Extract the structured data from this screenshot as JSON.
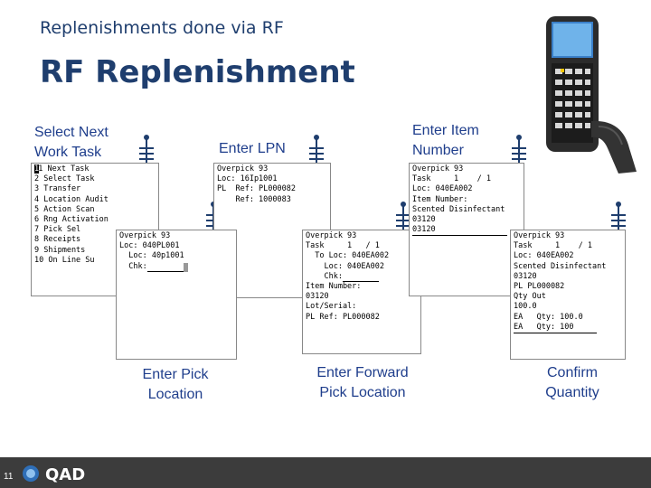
{
  "slide": {
    "subtitle": "Replenishments done via RF",
    "title": "RF Replenishment",
    "page_number": "11",
    "logo_text": "QAD"
  },
  "captions": {
    "select_task": [
      "Select Next",
      "Work Task"
    ],
    "enter_lpn": [
      "Enter LPN"
    ],
    "enter_item": [
      "Enter Item",
      "Number"
    ],
    "enter_pick": [
      "Enter Pick",
      "Location"
    ],
    "enter_forward": [
      "Enter Forward",
      "Pick Location"
    ],
    "confirm_qty": [
      "Confirm",
      "Quantity"
    ]
  },
  "screens": {
    "menu": {
      "lines": [
        "1 Next Task",
        "2 Select Task",
        "3 Transfer",
        "4 Location Audit",
        "5 Action Scan",
        "6 Rng Activation",
        "7 Pick Sel",
        "8 Receipts",
        "9 Shipments",
        "10 On Line Su"
      ]
    },
    "lpn": {
      "lines": [
        "Overpick 93",
        "Loc: 16Ip1001",
        "PL  Ref: PL000082",
        "    Ref: 1000083"
      ]
    },
    "pick_loc": {
      "lines": [
        "Overpick 93",
        "Loc: 040PL001",
        "  Loc: 40p1001",
        "  Chk:"
      ]
    },
    "forward_loc": {
      "lines": [
        "Overpick 93",
        "Task     1   / 1",
        "  To Loc: 040EA002",
        "    Loc: 040EA002",
        "    Chk:",
        "Item Number:",
        "03120",
        "Lot/Serial:",
        "",
        "PL Ref: PL000082"
      ]
    },
    "item": {
      "lines": [
        "Overpick 93",
        "Task     1    / 1",
        "Loc: 040EA002",
        "Item Number:",
        "Scented Disinfectant",
        "03120",
        "03120"
      ]
    },
    "qty": {
      "lines": [
        "Overpick 93",
        "Task     1    / 1",
        "Loc: 040EA002",
        "Scented Disinfectant",
        "03120",
        "",
        "PL PL000082",
        "Qty Out",
        "100.0",
        "EA   Qty: 100.0",
        "EA   Qty: 100"
      ]
    }
  }
}
